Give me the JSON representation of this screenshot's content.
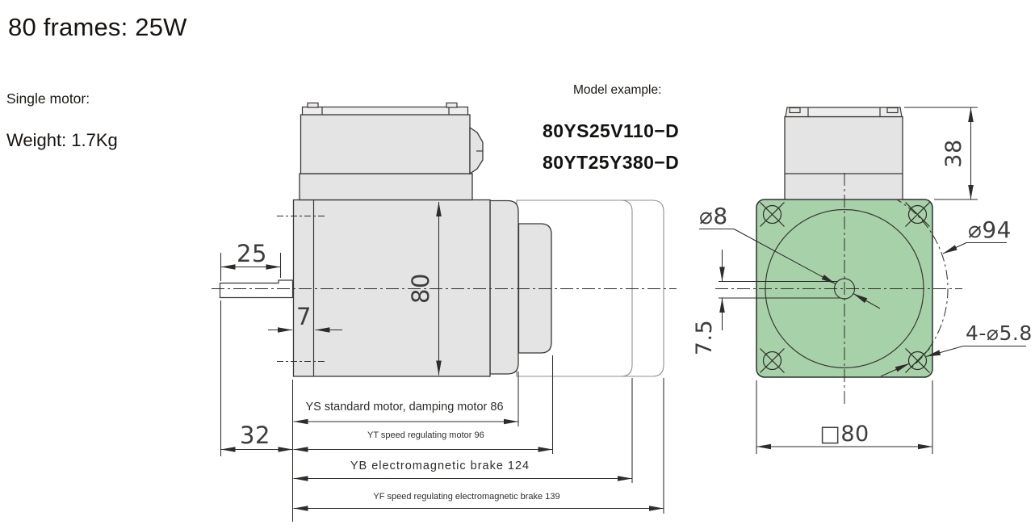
{
  "header": {
    "title": "80 frames: 25W",
    "motor_type": "Single motor:",
    "weight": "Weight: 1.7Kg"
  },
  "model_example": {
    "label": "Model example:",
    "models": [
      "80YS25V110−D",
      "80YT25Y380−D"
    ]
  },
  "side_view": {
    "shaft_flat_length": "25",
    "shaft_length": "32",
    "flange_depth": "7",
    "frame_height": "80",
    "variants": [
      {
        "code": "YS",
        "label": "YS standard motor, damping motor 86"
      },
      {
        "code": "YT",
        "label": "YT speed regulating motor 96"
      },
      {
        "code": "YB",
        "label": "YB electromagnetic brake 124"
      },
      {
        "code": "YF",
        "label": "YF speed regulating electromagnetic brake 139"
      }
    ]
  },
  "front_view": {
    "shaft_diameter": "⌀8",
    "bolt_circle_diameter": "⌀94",
    "terminal_box_height": "38",
    "shaft_flat_width": "7.5",
    "mounting_holes": "4-⌀5.8",
    "frame_size": "□80"
  },
  "colors": {
    "flange_green": "#a7d2a9",
    "part_grey": "#e4e4e4",
    "outline": "#3a3633"
  }
}
